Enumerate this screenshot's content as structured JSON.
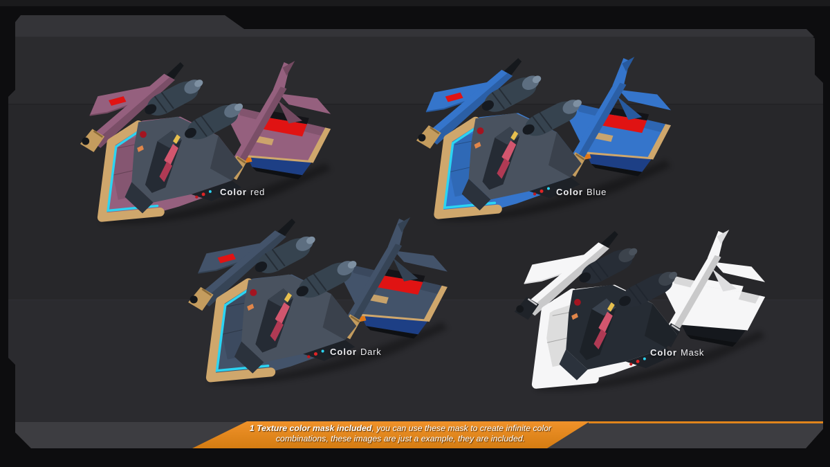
{
  "frame": {
    "background_color": "#0d0d0f",
    "panel_color": "#29292c",
    "band_top_color": "#343438",
    "band_bottom_color": "#3d3d41",
    "accent_orange": "#e1851c"
  },
  "ships": [
    {
      "name": "red",
      "label_prefix": "Color",
      "label_value": "red",
      "primary_color": "#95607e"
    },
    {
      "name": "blue",
      "label_prefix": "Color",
      "label_value": "Blue",
      "primary_color": "#3575cb"
    },
    {
      "name": "dark",
      "label_prefix": "Color",
      "label_value": "Dark",
      "primary_color": "#43536a"
    },
    {
      "name": "mask",
      "label_prefix": "Color",
      "label_value": "Mask",
      "primary_color": "#ffffff"
    }
  ],
  "banner": {
    "bold_text": "1 Texture color mask included",
    "rest_text": ", you can use these mask to create infinite color combinations, these images are just a example, they are included.",
    "background_color": "#e1851c",
    "text_color": "#ffffff"
  }
}
